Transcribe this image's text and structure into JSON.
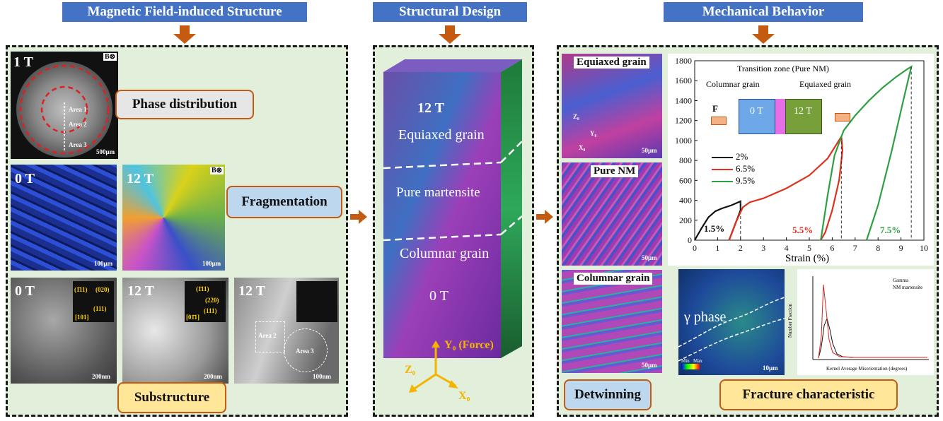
{
  "sections": {
    "left": {
      "title": "Magnetic Field-induced Structure"
    },
    "middle": {
      "title": "Structural Design"
    },
    "right": {
      "title": "Mechanical Behavior"
    }
  },
  "left_panel": {
    "phase_image": {
      "field": "1 T",
      "b_symbol": "B⊗",
      "areas": [
        "Area 1",
        "Area 2",
        "Area 3"
      ],
      "scale": "500μm"
    },
    "phase_box": "Phase distribution",
    "frag_images": [
      {
        "field": "0 T",
        "scale": "100μm"
      },
      {
        "field": "12 T",
        "b_symbol": "B⊗",
        "scale": "100μm"
      }
    ],
    "frag_box": "Fragmentation",
    "sub_images": [
      {
        "field": "0 T",
        "scale": "200nm",
        "saed": [
          "(1̄11)",
          "(020)",
          "(111)",
          "[101]"
        ]
      },
      {
        "field": "12 T",
        "scale": "200nm",
        "saed": [
          "(1̄11)",
          "(220)",
          "(111)",
          "[01̄1]"
        ]
      },
      {
        "field": "12 T",
        "scale": "100nm",
        "areas": [
          "Area 2",
          "Area 3"
        ]
      }
    ],
    "sub_box": "Substructure"
  },
  "middle_panel": {
    "top_field": "12 T",
    "top_label": "Equiaxed grain",
    "mid_label": "Pure martensite",
    "bottom_label": "Columnar grain",
    "bottom_field": "0 T",
    "axes": {
      "y": "Y₀ (Force)",
      "z": "Z₀",
      "x": "X₀"
    }
  },
  "right_panel": {
    "micrographs": [
      {
        "label": "Equiaxed grain",
        "scale": "50μm",
        "axes": [
          "Z₀",
          "Y₀",
          "X₀"
        ]
      },
      {
        "label": "Pure NM",
        "scale": "50μm"
      },
      {
        "label": "Columnar grain",
        "scale": "50μm"
      }
    ],
    "detwinning_box": "Detwinning",
    "fracture_box": "Fracture characteristic",
    "gamma_image": {
      "label": "γ phase",
      "scale": "10μm",
      "legend": [
        "Min",
        "Max"
      ]
    },
    "kam_chart": {
      "xlabel": "Kernel Average Misorientation (degrees)",
      "ylabel": "Number Fraction",
      "legend": [
        "Gamma",
        "NM martensite"
      ]
    }
  },
  "chart_data": {
    "type": "line",
    "xlabel": "Strain (%)",
    "ylabel": "",
    "xlim": [
      0,
      10
    ],
    "ylim": [
      0,
      1800
    ],
    "xticks": [
      0,
      1,
      2,
      3,
      4,
      5,
      6,
      7,
      8,
      9,
      10
    ],
    "yticks": [
      0,
      200,
      400,
      600,
      800,
      1000,
      1200,
      1400,
      1600,
      1800
    ],
    "inset": {
      "transition_label": "Transition zone (Pure NM)",
      "columnar_label": "Columnar grain",
      "equiaxed_label": "Equiaxed grain",
      "force_label": "F",
      "left_field": "0 T",
      "right_field": "12 T"
    },
    "series": [
      {
        "name": "2%",
        "color": "#111111",
        "annotation": "1.5%",
        "x": [
          0,
          0.3,
          0.6,
          0.9,
          1.2,
          1.6,
          2.0,
          2.0,
          1.7,
          1.5
        ],
        "y": [
          0,
          120,
          230,
          290,
          320,
          350,
          390,
          300,
          120,
          0
        ]
      },
      {
        "name": "6.5%",
        "color": "#e0301e",
        "annotation": "5.5%",
        "x": [
          1.5,
          1.8,
          2.1,
          2.4,
          3.0,
          4.0,
          5.0,
          5.8,
          6.4,
          6.45,
          6.3,
          6.0,
          5.7,
          5.5
        ],
        "y": [
          0,
          180,
          330,
          380,
          420,
          520,
          650,
          820,
          1040,
          900,
          600,
          300,
          80,
          0
        ]
      },
      {
        "name": "9.5%",
        "color": "#2ea043",
        "annotation": "7.5%",
        "x": [
          5.5,
          5.8,
          6.1,
          6.5,
          7.0,
          7.6,
          8.2,
          8.8,
          9.3,
          9.45,
          9.1,
          8.6,
          8.0,
          7.5
        ],
        "y": [
          0,
          450,
          850,
          1100,
          1250,
          1400,
          1530,
          1640,
          1720,
          1740,
          1400,
          900,
          350,
          0
        ]
      }
    ]
  }
}
